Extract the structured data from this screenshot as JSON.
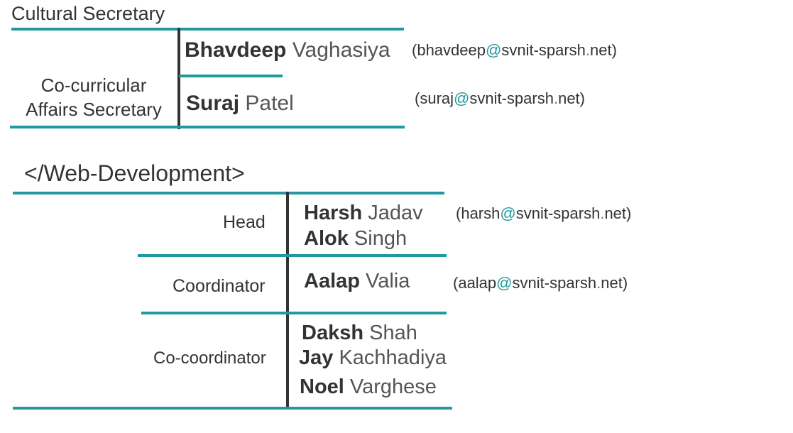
{
  "colors": {
    "accent": "#21999e",
    "text": "#333333",
    "divider": "#333333"
  },
  "section1": {
    "partial_heading": "Cultural Secretary",
    "role": {
      "line1": "Co-curricular",
      "line2": "Affairs Secretary"
    },
    "members": [
      {
        "first": "Bhavdeep",
        "last": "Vaghasiya",
        "email_user": "bhavdeep",
        "email_domain": "svnit-sparsh",
        "email_tld": "net"
      },
      {
        "first": "Suraj",
        "last": "Patel",
        "email_user": "suraj",
        "email_domain": "svnit-sparsh",
        "email_tld": "net"
      }
    ]
  },
  "section2": {
    "heading": "</Web-Development>",
    "rows": [
      {
        "role": "Head",
        "members": [
          {
            "first": "Harsh",
            "last": "Jadav"
          },
          {
            "first": "Alok",
            "last": "Singh"
          }
        ],
        "email": {
          "user": "harsh",
          "domain": "svnit-sparsh",
          "tld": "net"
        }
      },
      {
        "role": "Coordinator",
        "members": [
          {
            "first": "Aalap",
            "last": "Valia"
          }
        ],
        "email": {
          "user": "aalap",
          "domain": "svnit-sparsh",
          "tld": "net"
        }
      },
      {
        "role": "Co-coordinator",
        "members": [
          {
            "first": "Daksh",
            "last": "Shah"
          },
          {
            "first": "Jay",
            "last": "Kachhadiya"
          },
          {
            "first": "Noel",
            "last": "Varghese"
          }
        ]
      }
    ]
  }
}
